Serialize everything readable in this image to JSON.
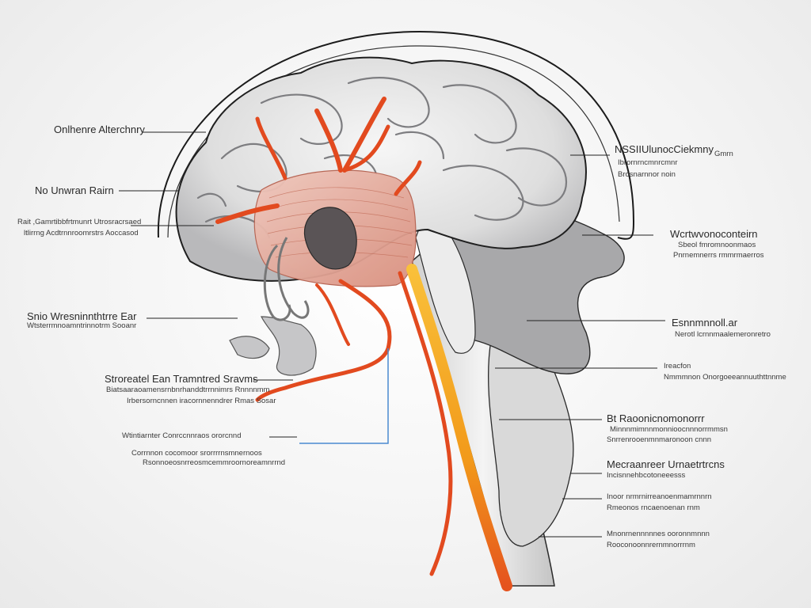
{
  "diagram": {
    "colors": {
      "background": "#f3f3f3",
      "brain_light": "#f2f2f2",
      "brain_shade": "#a9a9ab",
      "outline": "#1b1b1b",
      "nerve_red": "#e24a1f",
      "nerve_orange": "#f5a31c",
      "muscle_pink": "#e8b3a6",
      "leader_line": "#222222",
      "blue_line": "#4a8ad0"
    },
    "labels_left": [
      {
        "main": "Onlhenre Alterchnry",
        "sub": ""
      },
      {
        "main": "No Unwran Rairn",
        "sub": ""
      },
      {
        "main": "Rait ,Gamrtibbfrtmunrt Utrosracrsaed",
        "sub": "ltlirrng Acdtrnnroomrstrs Aoccasod"
      },
      {
        "main": "Snio  Wresninnthtrre Ear",
        "sub": "Wtsterrmnoamntrinnotrm Sooanr"
      },
      {
        "main": "Stroreatel Ean  Tramntred Sravms",
        "sub": "Biatsaaraoamensrnbnrhanddtrrnnimrs Rnnnnmm"
      },
      {
        "main": "",
        "sub": "Irbersorncnnen  iracornnenndrer  Rmas  Sosar"
      },
      {
        "main": "Wtintiarnter  Conrccnnraos  ororcnnd",
        "sub": ""
      },
      {
        "main": "Corrnnon  cocomoor  srorrrrnsmnernoos",
        "sub": "Rsonnoeosnrreosmcemmroornoreamnrrnd"
      }
    ],
    "labels_right": [
      {
        "main": "NSSIIUlunocCiekmny",
        "sub": "Gmrn"
      },
      {
        "main": "",
        "sub": "Ibrornrncmnrcmnr"
      },
      {
        "main": "",
        "sub": "Brosnarnnor noin"
      },
      {
        "main": "Wcrtwvonoconteirn",
        "sub": "Sbeol fmromnoonmaos"
      },
      {
        "main": "",
        "sub": "Pnrnemnerrs rmmrmaerros"
      },
      {
        "main": "Esnnmnnoll.ar",
        "sub": "Nerotl lcrnnmaalemeronretro"
      },
      {
        "main": "Ireacfon",
        "sub": "Nmmmnon Onorgoeeannuuthttnnme"
      },
      {
        "main": "Bt  Raoonicnomonorrr",
        "sub": "Minnnmimnnmonnioocnnnorrmmsn"
      },
      {
        "main": "",
        "sub": "Snrrenrooenmnmaronoon  cnnn"
      },
      {
        "main": "Mecraanreer  Urnaetrtrcns",
        "sub": "Incisnnehbcotoneeesss"
      },
      {
        "main": "Inoor  nrmrnirreanoenmamrnnrn",
        "sub": "Rmeonos  rncaenoenan  rnm"
      },
      {
        "main": "Mnonrnennnnnes  ooronnmnnn",
        "sub": "Rooconoonnrernmnorrrnm"
      }
    ]
  }
}
